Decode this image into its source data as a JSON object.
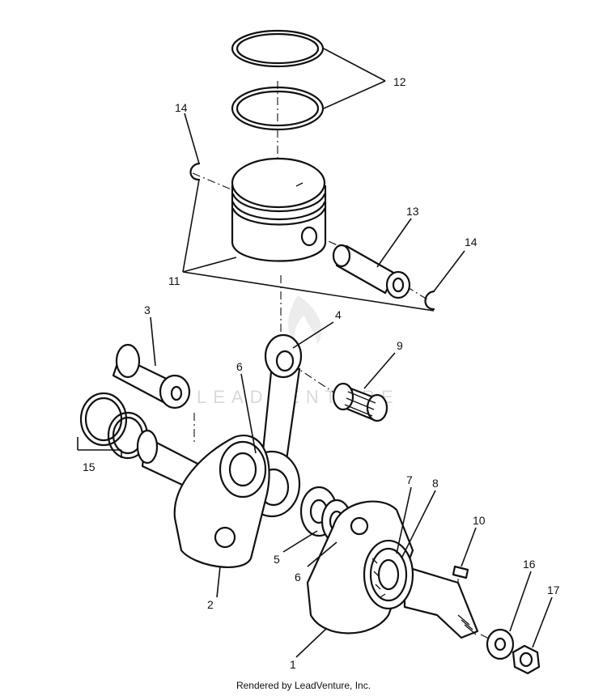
{
  "watermark": {
    "text": "LEADVENTURE"
  },
  "callouts": {
    "c1": "1",
    "c2": "2",
    "c3": "3",
    "c4": "4",
    "c5": "5",
    "c6a": "6",
    "c6b": "6",
    "c7": "7",
    "c8": "8",
    "c9": "9",
    "c10": "10",
    "c11": "11",
    "c12": "12",
    "c13": "13",
    "c14a": "14",
    "c14b": "14",
    "c15": "15",
    "c16": "16",
    "c17": "17"
  },
  "footer": {
    "text": "Rendered by LeadVenture, Inc."
  }
}
